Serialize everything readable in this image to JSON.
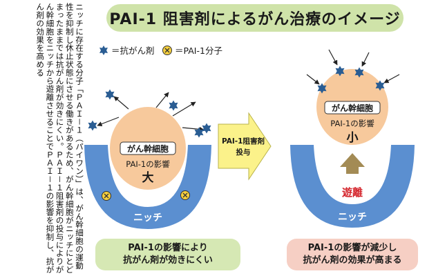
{
  "title": "PAI-1 阻害剤によるがん治療のイメージ",
  "body_text": "ニッチに存在する分子「ＰＡＩ－１（パイワン）」は、がん幹細胞の運動性を抑制し休止状態にさせる働きがあるため、がん幹細胞がニッチにとどまったままでは抗がん剤が効きにくい。ＰＡＩ－１阻害剤の投与によりがん幹細胞をニッチから遊離させることでＰＡＩ－１の影響を抑制し、抗がん剤の効果を高める",
  "legend": {
    "drug": "＝抗がん剤",
    "pai1": "＝PAI-1分子"
  },
  "left_panel": {
    "cell_label": "がん幹細胞",
    "effect_label": "PAI-1の影響",
    "effect_size": "大",
    "niche_label": "ニッチ",
    "caption_line1": "PAI-1の影響により",
    "caption_line2": "抗がん剤が効きにくい"
  },
  "center_arrow": {
    "line1": "PAI-1阻害剤",
    "line2": "投与"
  },
  "right_panel": {
    "cell_label": "がん幹細胞",
    "effect_label": "PAI-1の影響",
    "effect_size": "小",
    "release_label": "遊離",
    "niche_label": "ニッチ",
    "caption_line1": "PAI-1の影響が減少し",
    "caption_line2": "抗がん剤の効果が高まる"
  },
  "colors": {
    "title_bg": "#cfe3a9",
    "niche": "#5b8fd0",
    "cell": "#f7c99c",
    "drug": "#2a5d93",
    "pai1": "#f5cf3e",
    "arrow_yellow": "#fbf28a",
    "release_arrow": "#a38b55",
    "release_text": "#d4242b",
    "caption_left": "#d6e8b4",
    "caption_right": "#f6cfc4"
  }
}
